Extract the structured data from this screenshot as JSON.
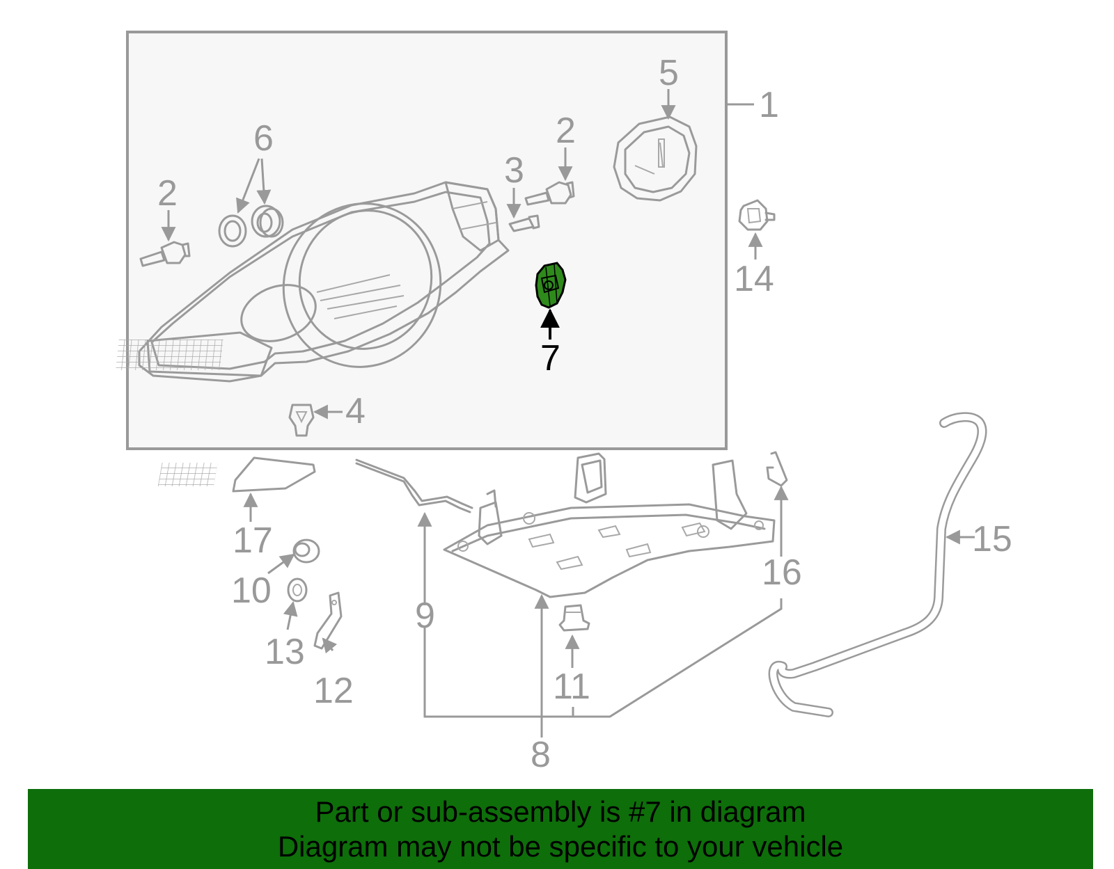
{
  "callouts": {
    "c1": "1",
    "c2a": "2",
    "c2b": "2",
    "c3": "3",
    "c4": "4",
    "c5": "5",
    "c6": "6",
    "c7": "7",
    "c8": "8",
    "c9": "9",
    "c10": "10",
    "c11": "11",
    "c12": "12",
    "c13": "13",
    "c14": "14",
    "c15": "15",
    "c16": "16",
    "c17": "17"
  },
  "highlight_part": "7",
  "colors": {
    "highlight_fill": "#2f8a1c",
    "banner": "#0e6e0a",
    "box_fill": "#f7f7f7",
    "line": "#999999"
  },
  "banner": {
    "line1": "Part or sub-assembly is #7 in diagram",
    "line2": "Diagram may not be specific to your vehicle"
  }
}
